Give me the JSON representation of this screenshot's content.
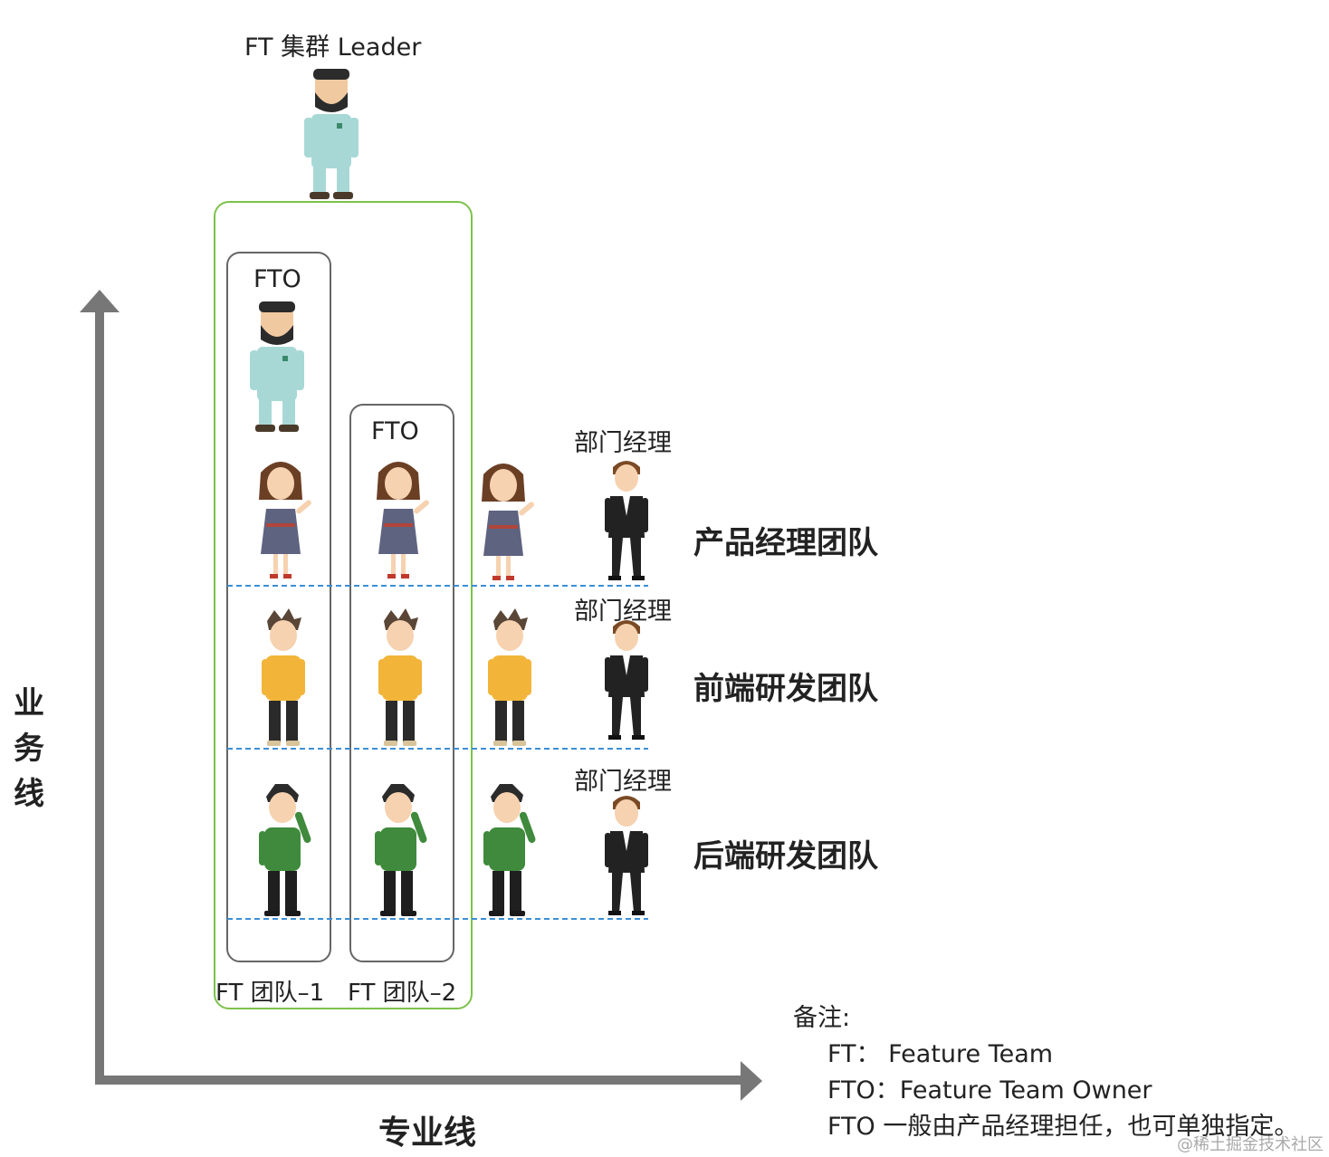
{
  "leader_label": "FT 集群 Leader",
  "teams": [
    {
      "fto_label": "FTO",
      "name": "FT 团队–1"
    },
    {
      "fto_label": "FTO",
      "name": "FT 团队–2"
    }
  ],
  "functional_teams": [
    {
      "manager_label": "部门经理",
      "name": "产品经理团队"
    },
    {
      "manager_label": "部门经理",
      "name": "前端研发团队"
    },
    {
      "manager_label": "部门经理",
      "name": "后端研发团队"
    }
  ],
  "axes": {
    "y_label": "业务线",
    "x_label": "专业线"
  },
  "notes": {
    "title": "备注:",
    "lines": [
      "FT：  Feature Team",
      "FTO：Feature Team Owner",
      "FTO 一般由产品经理担任，也可单独指定。"
    ]
  },
  "watermark": "@稀土掘金技术社区",
  "colors": {
    "cluster_border": "#7cc24a",
    "team_border": "#666666",
    "divider": "#3a8fd6",
    "axis": "#777777",
    "pm_dress": "#5e6380",
    "fe_shirt": "#f2b53a",
    "be_shirt": "#3f8a3c",
    "leader_coat": "#a8d8d6",
    "manager_suit": "#222222"
  }
}
